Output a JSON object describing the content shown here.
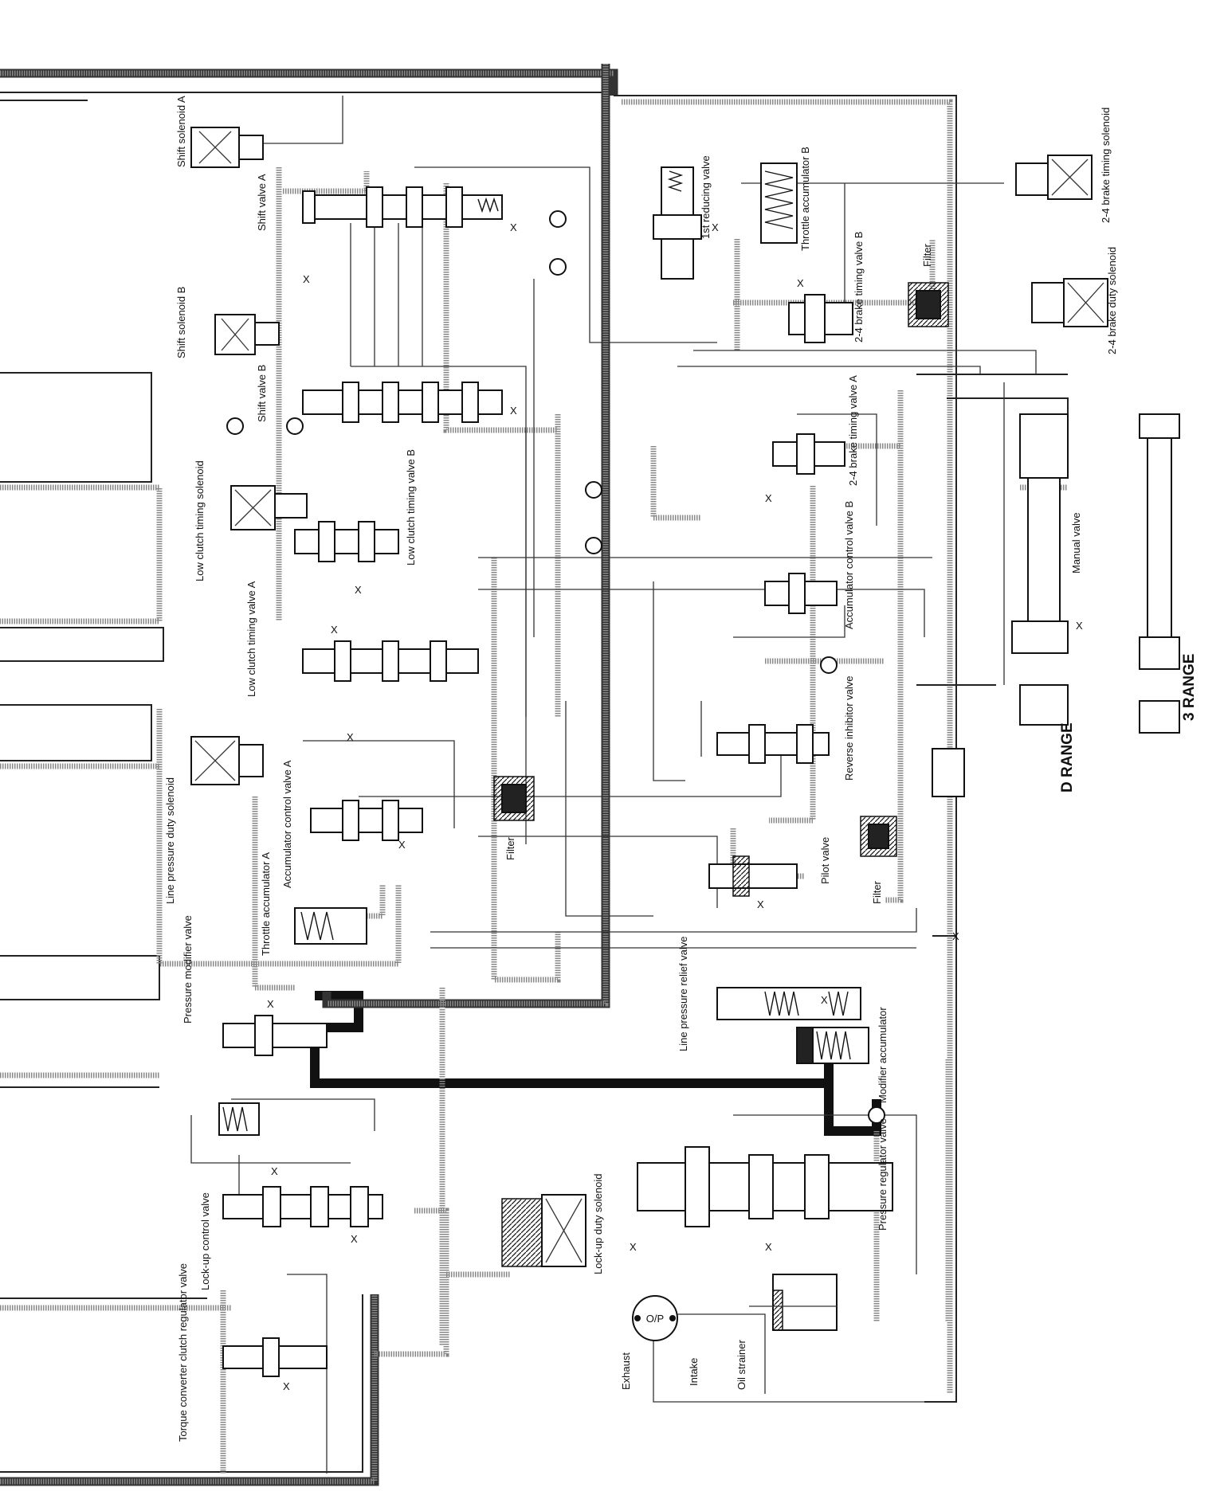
{
  "labels": {
    "shift_solenoid_a": "Shift solenoid A",
    "shift_valve_a": "Shift valve A",
    "shift_solenoid_b": "Shift solenoid B",
    "shift_valve_b": "Shift valve B",
    "first_reducing_valve": "1st reducing valve",
    "throttle_accumulator_b": "Throttle accumulator B",
    "brake_timing_solenoid": "2-4 brake timing solenoid",
    "brake_timing_valve_b": "2-4 brake timing valve B",
    "filter_top": "Filter",
    "brake_duty_solenoid": "2-4 brake duty solenoid",
    "low_clutch_timing_solenoid": "Low clutch timing solenoid",
    "low_clutch_timing_valve_b": "Low clutch timing valve B",
    "brake_timing_valve_a": "2-4 brake timing valve A",
    "accumulator_control_valve_b": "Accumulator control valve B",
    "manual_valve": "Manual valve",
    "low_clutch_timing_valve_a": "Low clutch timing valve A",
    "reverse_inhibitor_valve": "Reverse inhibitor valve",
    "d_range": "D RANGE",
    "three_range": "3 RANGE",
    "line_pressure_duty_solenoid": "Line pressure duty solenoid",
    "accumulator_control_valve_a": "Accumulator control valve A",
    "filter_mid": "Filter",
    "throttle_accumulator_a": "Throttle accumulator A",
    "pilot_valve": "Pilot valve",
    "filter_right": "Filter",
    "pressure_modifier_valve": "Pressure modifier valve",
    "line_pressure_relief_valve": "Line pressure relief valve",
    "modifier_accumulator": "Modifier accumulator",
    "pressure_regulator_valve": "Pressure regulator valve",
    "lockup_duty_solenoid": "Lock-up duty solenoid",
    "lockup_control_valve": "Lock-up control valve",
    "torque_converter_regulator_valve": "Torque converter clutch regulator valve",
    "oil_pump": "O/P",
    "exhaust": "Exhaust",
    "intake": "Intake",
    "oil_strainer": "Oil strainer",
    "exhaust_mark": "X"
  },
  "icons": {
    "solenoid": "solenoid-icon",
    "spool_valve": "spool-valve-icon",
    "check_ball": "check-ball-icon",
    "filter": "filter-icon",
    "accumulator_spring": "accumulator-spring-icon",
    "oil_pump": "oil-pump-icon",
    "strainer": "oil-strainer-icon"
  },
  "colors": {
    "line": "#222222",
    "dotted_passage": "#888888",
    "background": "#ffffff"
  }
}
